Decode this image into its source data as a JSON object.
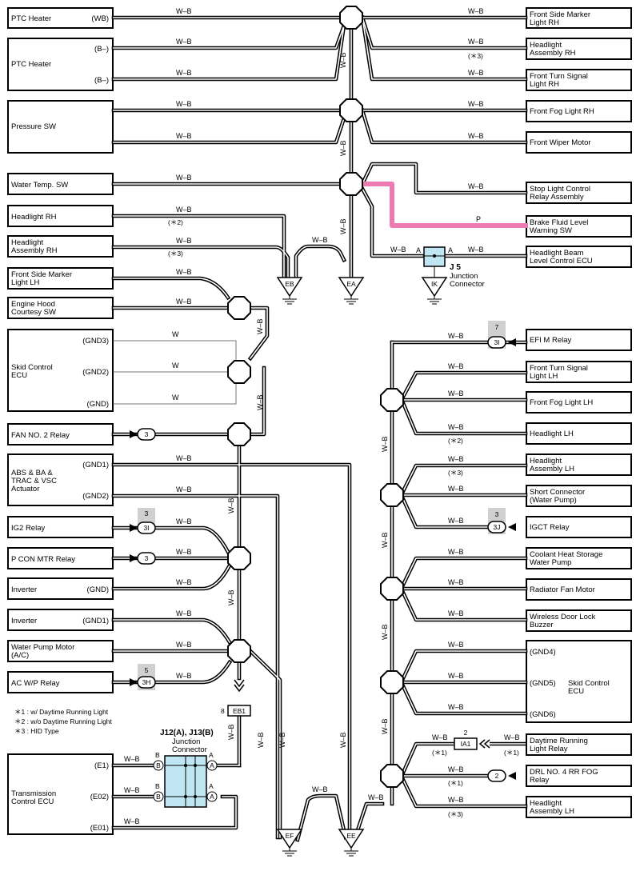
{
  "wire": {
    "wb": "W–B",
    "w": "W",
    "p": "P",
    "pink": "#ee7ab4",
    "connector_fill": "#bfe6f2",
    "shade": "#d0d0d0"
  },
  "notes": {
    "n1": "＊1 : w/ Daytime Running Light",
    "n2": "＊2 : w/o Daytime Running Light",
    "n3": "＊3 : HID Type",
    "s1": "(＊1)",
    "s2": "(＊2)",
    "s3": "(＊3)"
  },
  "left": {
    "ptc1": "PTC Heater",
    "ptc1_pin": "(WB)",
    "ptc2": "PTC Heater",
    "ptc2_pin": "(B–)",
    "pressure": "Pressure SW",
    "water_temp": "Water Temp.  SW",
    "headlight_rh": "Headlight RH",
    "headlight_asm_rh": [
      "Headlight",
      "Assembly RH"
    ],
    "front_side_lh": [
      "Front Side Marker",
      "Light LH"
    ],
    "hood": [
      "Engine Hood",
      "Courtesy SW"
    ],
    "skid": [
      "Skid Control",
      "ECU"
    ],
    "gnd3": "(GND3)",
    "gnd2": "(GND2)",
    "gnd": "(GND)",
    "fan2": "FAN NO. 2 Relay",
    "abs": [
      "ABS & BA &",
      "TRAC & VSC",
      "Actuator"
    ],
    "gnd1": "(GND1)",
    "ig2": "IG2 Relay",
    "pcon": "P CON MTR Relay",
    "inverter": "Inverter",
    "water_pump": [
      "Water Pump Motor",
      "(A/C)"
    ],
    "acwp": "AC W/P Relay",
    "tcu": [
      "Transmission",
      "Control ECU"
    ],
    "e1": "(E1)",
    "e02": "(E02)",
    "e01": "(E01)"
  },
  "right": {
    "fsm_rh": [
      "Front Side Marker",
      "Light RH"
    ],
    "hla_rh": [
      "Headlight",
      "Assembly RH"
    ],
    "fts_rh": [
      "Front Turn Signal",
      "Light RH"
    ],
    "ffl_rh": "Front Fog Light RH",
    "wiper": "Front Wiper Motor",
    "stop_light": [
      "Stop Light Control",
      "Relay Assembly"
    ],
    "brake_fluid": [
      "Brake Fluid Level",
      "Warning SW"
    ],
    "beam_level": [
      "Headlight Beam",
      "Level Control ECU"
    ],
    "efi": "EFI M Relay",
    "fts_lh": [
      "Front Turn Signal",
      "Light LH"
    ],
    "ffl_lh": "Front Fog Light LH",
    "hl_lh": "Headlight LH",
    "hla_lh": [
      "Headlight",
      "Assembly LH"
    ],
    "short_conn": [
      "Short Connector",
      "(Water Pump)"
    ],
    "igct": "IGCT Relay",
    "coolant": [
      "Coolant Heat Storage",
      "Water Pump"
    ],
    "radiator": "Radiator Fan Motor",
    "wireless": [
      "Wireless Door Lock",
      "Buzzer"
    ],
    "skid": [
      "Skid Control",
      "ECU"
    ],
    "gnd4": "(GND4)",
    "gnd5": "(GND5)",
    "gnd6": "(GND6)",
    "drl_relay": [
      "Daytime Running",
      "Light Relay"
    ],
    "drl4": [
      "DRL NO. 4 RR FOG",
      "Relay"
    ],
    "hla_lh2": [
      "Headlight",
      "Assembly LH"
    ]
  },
  "grounds": {
    "eb": "EB",
    "ea": "EA",
    "ik": "IK",
    "ef": "EF",
    "ee": "EE",
    "eb1": "EB1",
    "eb1_pin": "8"
  },
  "junctions": {
    "j5": "J 5",
    "j5_sub": [
      "Junction",
      "Connector"
    ],
    "j12": "J12(A), J13(B)",
    "j12_sub": [
      "Junction",
      "Connector"
    ],
    "a": "A",
    "b": "B"
  },
  "plugs": {
    "c3": "3",
    "c3i": "3I",
    "c3j": "3J",
    "c3h": "3H",
    "c2": "2",
    "top3": "3",
    "top5": "5",
    "top7": "7",
    "ia1": "IA1",
    "ia1_pin": "2"
  }
}
